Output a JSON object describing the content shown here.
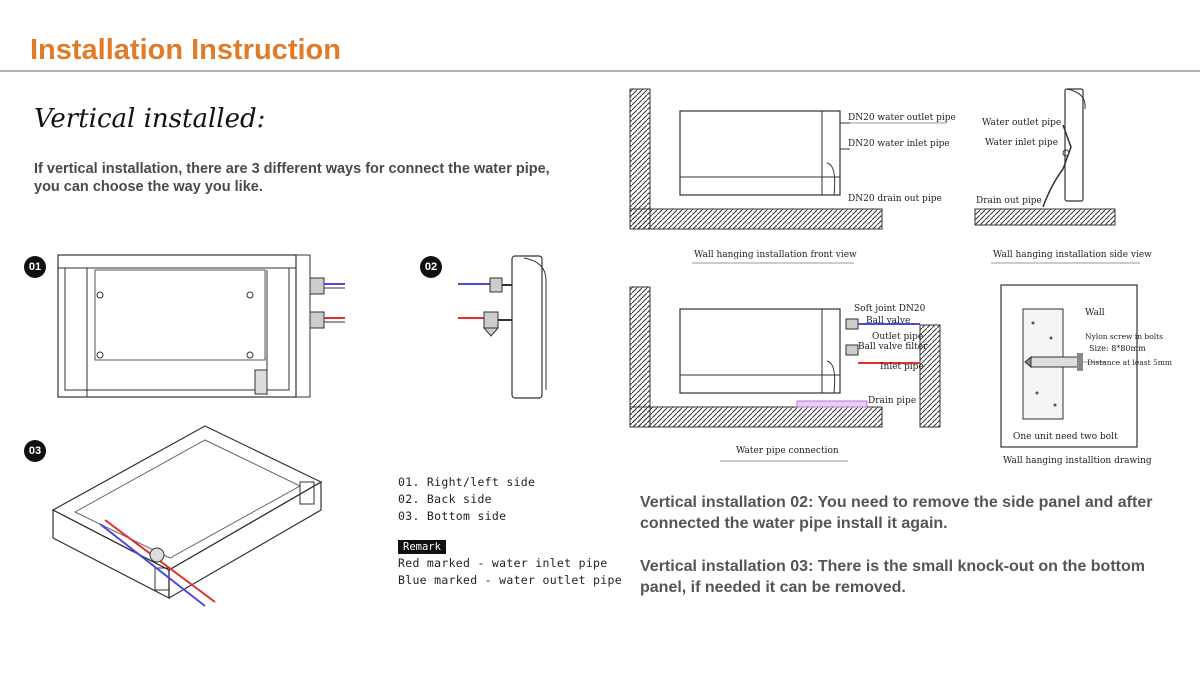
{
  "header": {
    "title": "Installation Instruction",
    "subtitle": "Vertical installed:",
    "intro": "If vertical installation, there are 3 different ways for connect the water pipe, you can choose the way you like."
  },
  "badges": [
    "01",
    "02",
    "03"
  ],
  "legend": {
    "items": [
      "01. Right/left side",
      "02. Back side",
      "03. Bottom side"
    ],
    "remark_tag": "Remark",
    "remarks": [
      "Red marked - water inlet pipe",
      "Blue marked - water outlet pipe"
    ]
  },
  "diagrams": {
    "front_view": {
      "labels": [
        "DN20 water outlet pipe",
        "DN20 water inlet pipe",
        "DN20 drain out pipe"
      ],
      "caption": "Wall hanging  installation front view"
    },
    "side_view": {
      "labels": [
        "Water outlet pipe",
        "Water inlet pipe",
        "Drain out pipe"
      ],
      "caption": "Wall hanging installation side view"
    },
    "pipe_connection": {
      "labels": [
        "Soft joint DN20",
        "Ball valve",
        "Outlet pipe",
        "Ball valve filter",
        "Inlet pipe",
        "Drain pipe"
      ],
      "caption": "Water pipe connection"
    },
    "wall_drawing": {
      "labels": [
        "Wall",
        "Nylon screw in bolts",
        "Size: 8*80mm",
        "Distance at least 5mm",
        "One unit need two bolt"
      ],
      "caption": "Wall hanging installtion drawing"
    }
  },
  "notes": [
    "Vertical installation 02:  You need to remove the side panel and after connected the water pipe install it again.",
    "Vertical installation 03:  There is the small knock-out on the bottom panel, if needed it can be removed."
  ],
  "colors": {
    "title": "#e07b2a",
    "inlet": "#e03030",
    "outlet": "#4a4ae0",
    "drain": "#c070e0"
  }
}
